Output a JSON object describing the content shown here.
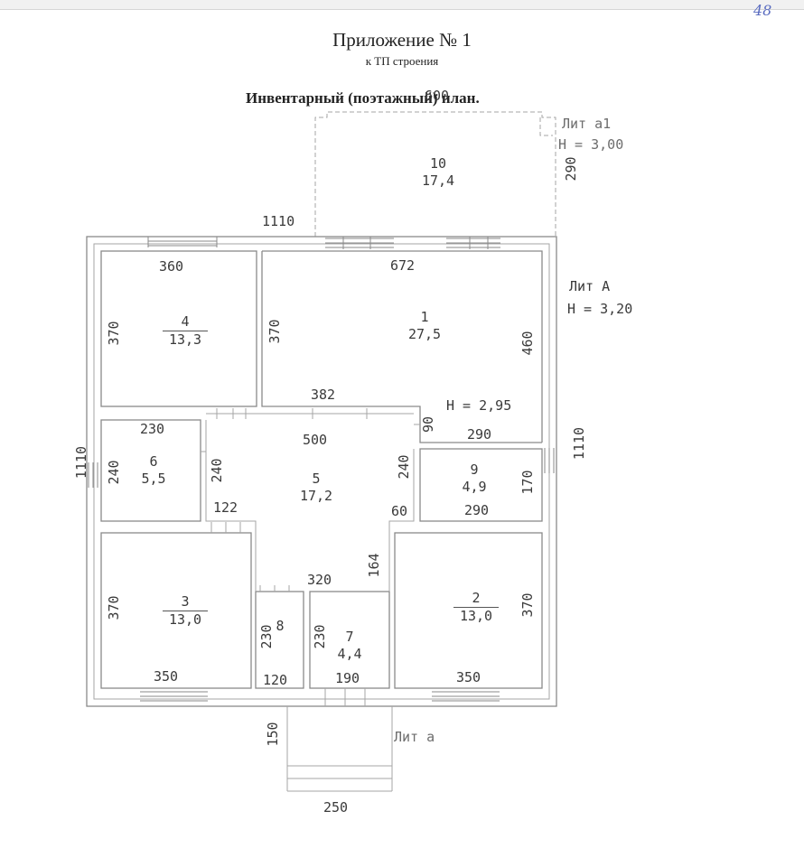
{
  "header": {
    "corner_mark": "48",
    "title": "Приложение № 1",
    "subtitle": "к ТП строения",
    "plan_title": "Инвентарный (поэтажный) план."
  },
  "liters": {
    "a1_name": "Лит а1",
    "a1_height": "H = 3,00",
    "A_name": "Лит А",
    "A_height": "H = 3,20",
    "inner_height": "H = 2,95",
    "a_name": "Лит а"
  },
  "rooms": [
    {
      "id": "1",
      "area": "27,5"
    },
    {
      "id": "2",
      "area": "13,0"
    },
    {
      "id": "3",
      "area": "13,0"
    },
    {
      "id": "4",
      "area": "13,3"
    },
    {
      "id": "5",
      "area": "17,2"
    },
    {
      "id": "6",
      "area": "5,5"
    },
    {
      "id": "7",
      "area": "4,4"
    },
    {
      "id": "8",
      "area": ""
    },
    {
      "id": "9",
      "area": "4,9"
    },
    {
      "id": "10",
      "area": "17,4"
    }
  ],
  "dimensions": {
    "d600": "600",
    "d1110_top": "1110",
    "d290_a1": "290",
    "d360": "360",
    "d672": "672",
    "d370_room4": "370",
    "d370_room1": "370",
    "d460": "460",
    "d382": "382",
    "d1110_left": "1110",
    "d1110_right": "1110",
    "d230_room6": "230",
    "d500": "500",
    "d90": "90",
    "d290_room9_top": "290",
    "d240_room6_left": "240",
    "d240_room6_right": "240",
    "d240_room9": "240",
    "d170": "170",
    "d122": "122",
    "d60": "60",
    "d290_room9_bottom": "290",
    "d164": "164",
    "d320": "320",
    "d370_room3": "370",
    "d370_room2": "370",
    "d230_room8": "230",
    "d230_room7": "230",
    "d350_room3": "350",
    "d120": "120",
    "d190": "190",
    "d350_room2": "350",
    "d150": "150",
    "d250": "250"
  }
}
